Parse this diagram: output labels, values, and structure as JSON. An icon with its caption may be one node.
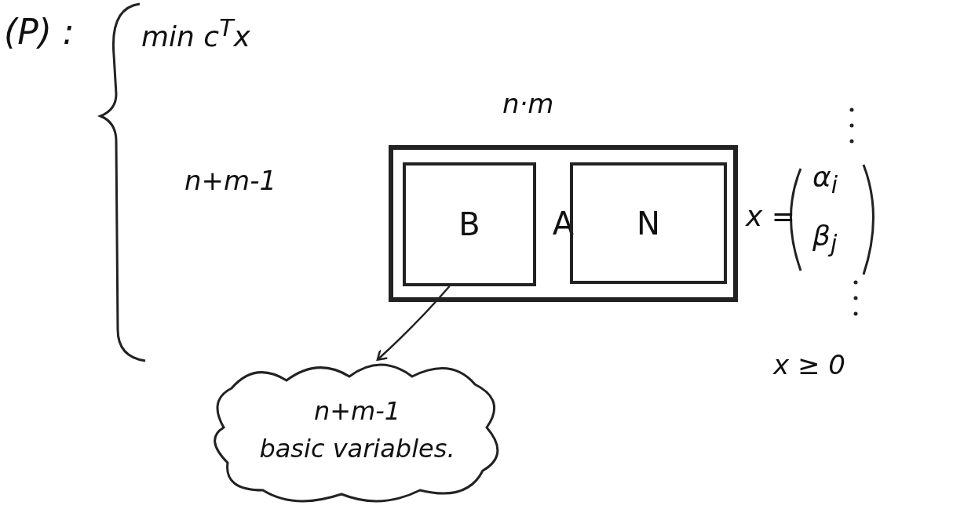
{
  "diagram": {
    "nodes": [
      {
        "text": [
          "A"
        ]
      },
      {
        "text": [
          "B"
        ],
        "in": 0
      },
      {
        "text": [
          "N"
        ],
        "in": 0
      },
      {
        "text": [
          "n+m-1",
          "basic variables."
        ]
      }
    ],
    "edges": [
      {
        "from": 1,
        "to": 3,
        "arrow": "to"
      }
    ],
    "labels": [
      "(P) :",
      "min c$^{T}$x",
      "n·m",
      "n+m-1",
      "x =",
      "α$_{i}$",
      "β$_{j}$",
      "x ≥ 0"
    ]
  }
}
